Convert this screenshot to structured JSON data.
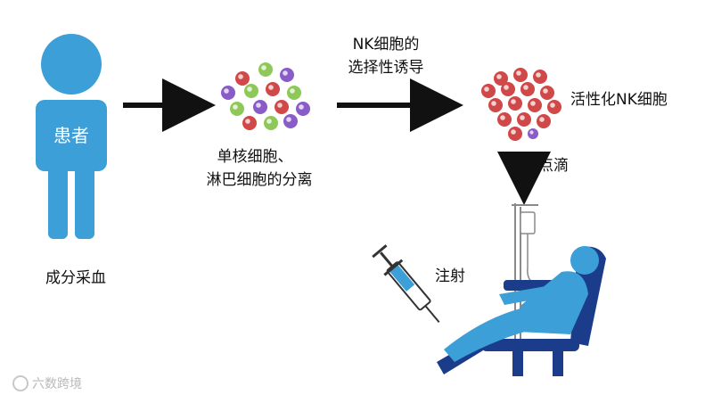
{
  "patient": {
    "label": "患者",
    "color": "#3c9fd8"
  },
  "steps": {
    "apheresis": "成分采血",
    "separation_line1": "单核细胞、",
    "separation_line2": "淋巴细胞的分离",
    "induction_line1": "NK细胞的",
    "induction_line2": "选择性诱导",
    "activated": "活性化NK细胞",
    "infusion": "点滴",
    "injection": "注射"
  },
  "watermark": "六数跨境",
  "colors": {
    "arrow": "#111111",
    "chair": "#1b3c8a",
    "accent_blue": "#3c9fd8",
    "cell_red": "#d04848",
    "cell_purple": "#8a5cc8",
    "cell_green": "#8ec859"
  }
}
